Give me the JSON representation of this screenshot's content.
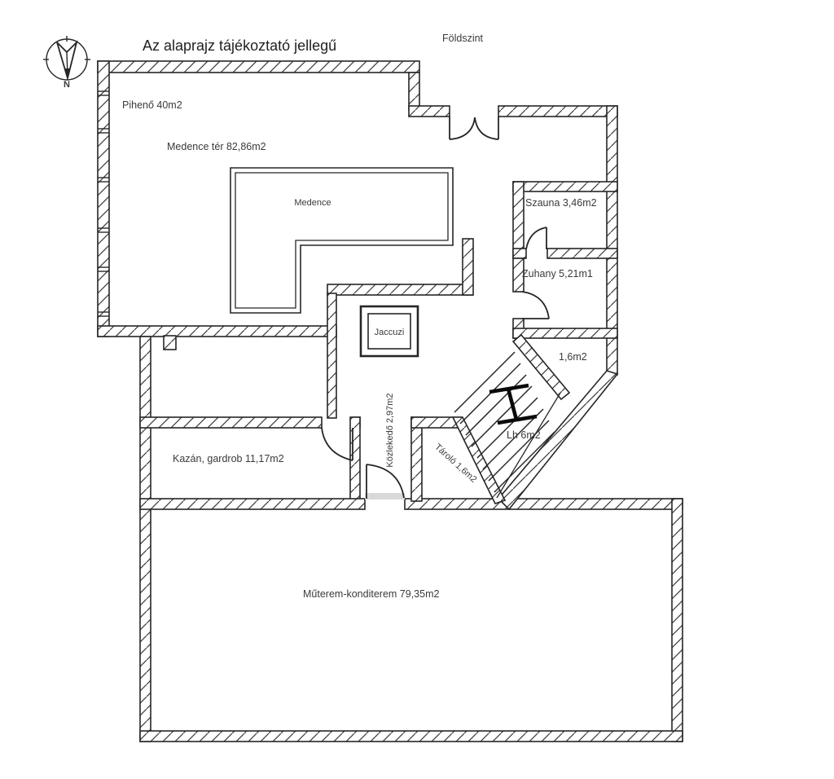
{
  "header": {
    "title": "Az alaprajz tájékoztató jellegű",
    "floor": "Földszint"
  },
  "compass": {
    "north_label": "N"
  },
  "rooms": {
    "piheno": {
      "label": "Pihenő 40m2"
    },
    "medence_ter": {
      "label": "Medence tér 82,86m2"
    },
    "medence": {
      "label": "Medence"
    },
    "szauna": {
      "label": "Szauna 3,46m2"
    },
    "zuhany": {
      "label": "Zuhany 5,21m1"
    },
    "jaccuzi": {
      "label": "Jaccuzi"
    },
    "landing": {
      "label": "1,6m2"
    },
    "kozlekedo": {
      "label": "Közlekedő 2,97m2"
    },
    "kazan": {
      "label": "Kazán, gardrob 11,17m2"
    },
    "tarolo": {
      "label": "Tároló 1,6m2"
    },
    "lepcsohaz": {
      "label": "Lh 6m2"
    },
    "muterem": {
      "label": "Műterem-konditerem 79,35m2"
    }
  },
  "colors": {
    "line": "#262626",
    "background": "#ffffff",
    "threshold": "#d9d9d9"
  }
}
